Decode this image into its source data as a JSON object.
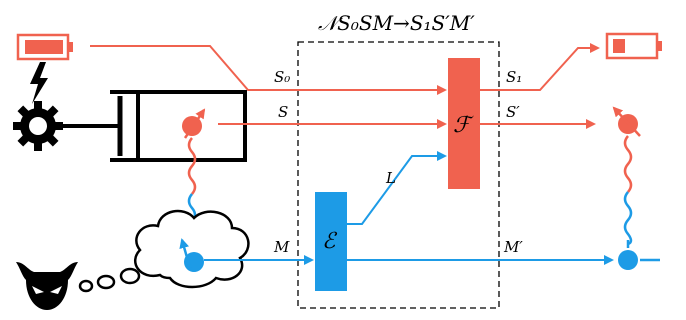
{
  "diagram": {
    "title": "𝒩S₀SM→S₁S′M′",
    "labels": {
      "s0": "S₀",
      "s": "S",
      "s1": "S₁",
      "s_prime": "S′",
      "l": "L",
      "m": "M",
      "m_prime": "M′",
      "e_box": "ℰ",
      "f_box": "ℱ"
    },
    "colors": {
      "red": "#f0624f",
      "blue": "#1d9be6",
      "black": "#000000"
    },
    "icons": [
      "battery-full-icon",
      "battery-low-icon",
      "lightning-bolt-icon",
      "gear-icon",
      "piston-icon",
      "demon-icon",
      "thought-cloud-icon"
    ]
  }
}
